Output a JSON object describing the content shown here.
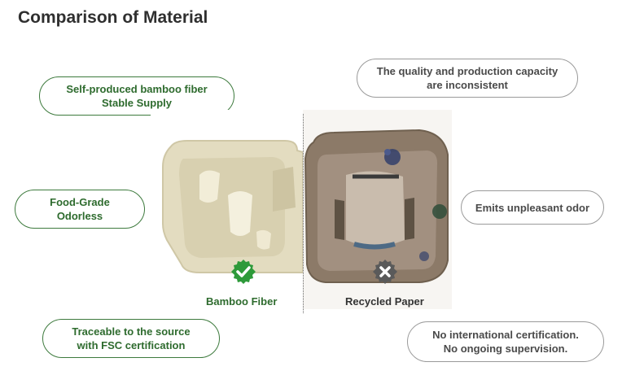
{
  "title": "Comparison of Material",
  "left_features": [
    {
      "line1": "Self-produced bamboo fiber",
      "line2": "Stable Supply"
    },
    {
      "line1": "Food-Grade",
      "line2": "Odorless"
    },
    {
      "line1": "Traceable to the source",
      "line2": "with FSC certification"
    }
  ],
  "right_features": [
    {
      "line1": "The quality and production capacity",
      "line2": "are inconsistent"
    },
    {
      "line1": "Emits unpleasant odor",
      "line2": ""
    },
    {
      "line1": "No international certification.",
      "line2": "No ongoing supervision."
    }
  ],
  "left_label": "Bamboo Fiber",
  "right_label": "Recycled Paper",
  "colors": {
    "green_accent": "#2e6b2e",
    "check_badge": "#2e9a3a",
    "bamboo_tray": "#e3dcc0",
    "recycled_tray": "#8c7a68",
    "mold": "#33406b"
  },
  "icons": {
    "left_badge": "check-icon",
    "right_badge": "x-icon"
  }
}
